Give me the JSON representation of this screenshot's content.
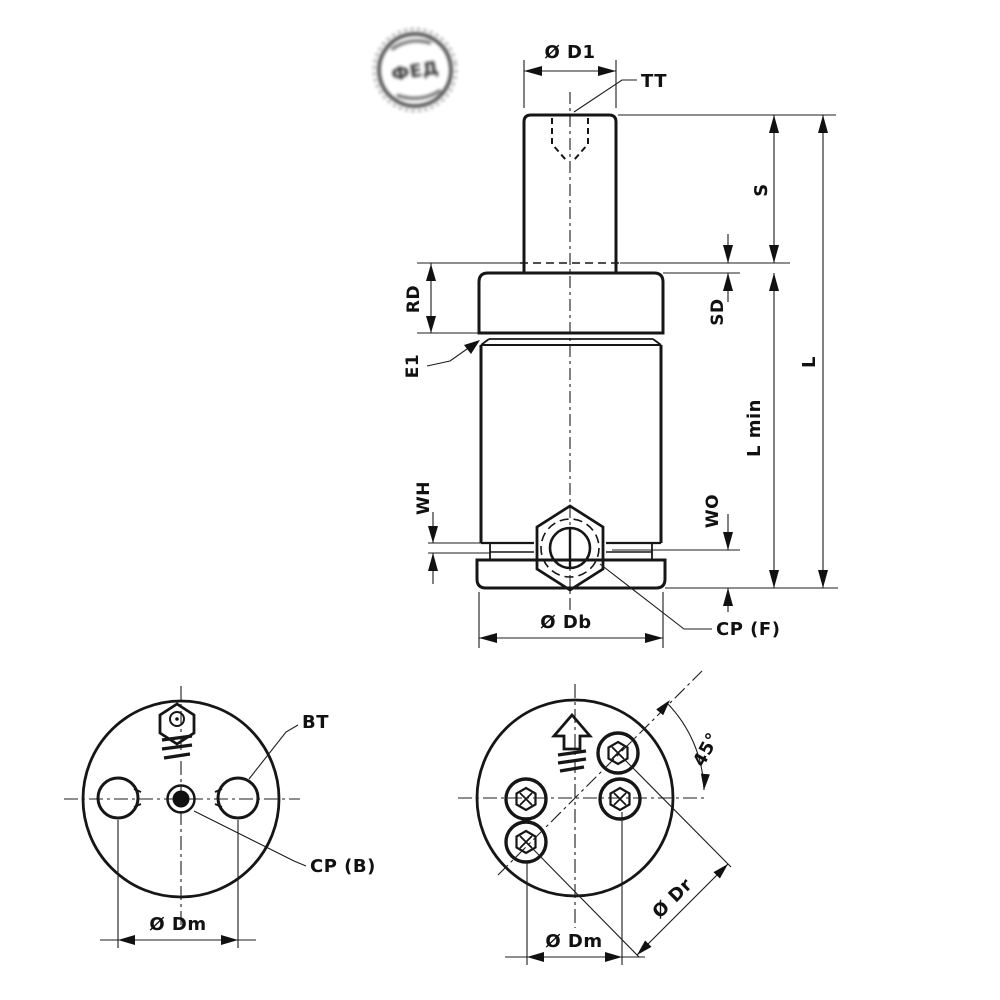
{
  "stamp": {
    "text": "ФЕД"
  },
  "side_view": {
    "dim_rod_diameter": "Ø D1",
    "label_rod_thread": "TT",
    "dim_stroke": "S",
    "dim_sd": "SD",
    "dim_rd": "RD",
    "label_groove": "E1",
    "dim_l_min": "L min",
    "dim_l": "L",
    "dim_wh": "WH",
    "dim_wo": "WO",
    "dim_body_diameter": "Ø Db",
    "label_charging_port_front": "CP (F)"
  },
  "bottom_view_left": {
    "label_bt": "BT",
    "label_charging_port_bottom": "CP (B)",
    "dim_mounting_diameter": "Ø Dm"
  },
  "bottom_view_right": {
    "dim_angle": "45°",
    "dim_bolt_circle": "Ø Dr",
    "dim_mounting_diameter": "Ø Dm"
  }
}
